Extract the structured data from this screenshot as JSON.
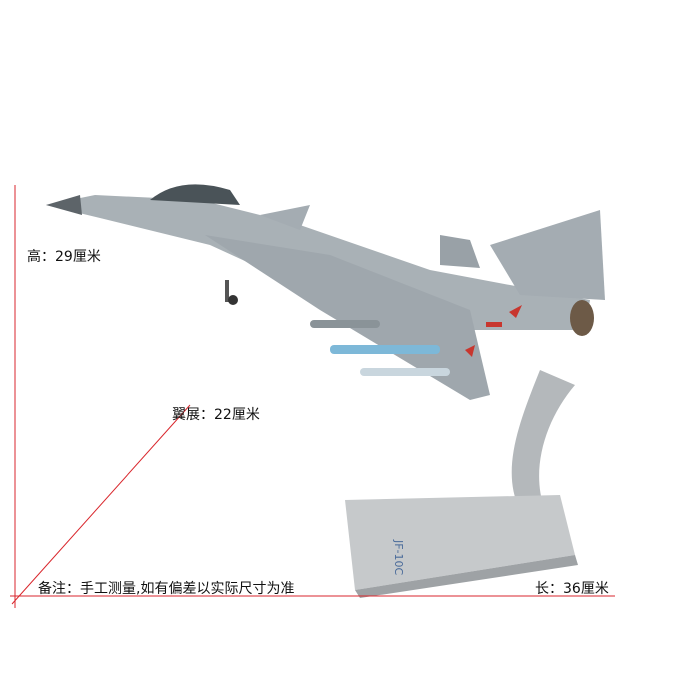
{
  "labels": {
    "height": "高：29厘米",
    "wingspan": "翼展：22厘米",
    "note": "备注：手工测量,如有偏差以实际尺寸为准",
    "length": "长：36厘米"
  },
  "stand_marking": "JF-10C",
  "colors": {
    "guide_line": "#d9262c",
    "airframe": "#a9b1b6",
    "stand": "#b8bbbd"
  }
}
